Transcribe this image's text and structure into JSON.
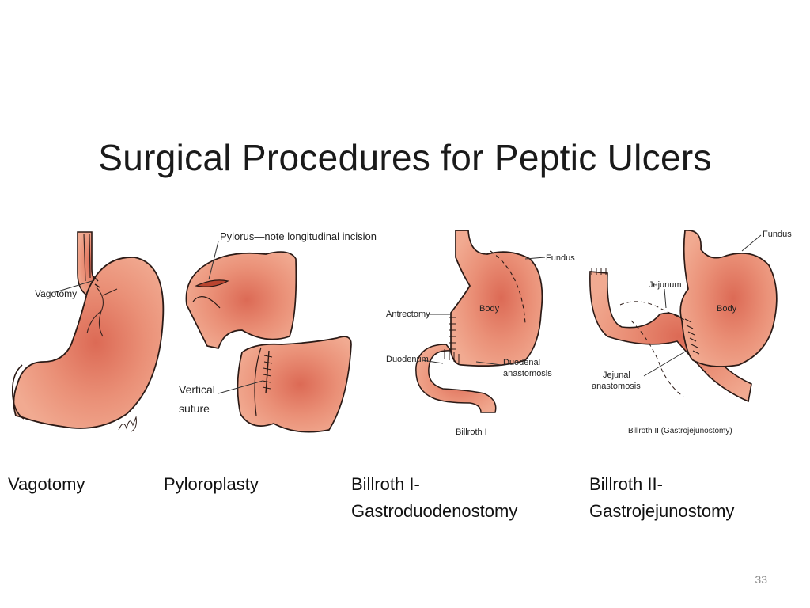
{
  "slide": {
    "title": "Surgical Procedures for Peptic Ulcers",
    "page_number": "33"
  },
  "figures": {
    "vagotomy": {
      "labels": {
        "vagotomy": "Vagotomy"
      },
      "caption": "Vagotomy"
    },
    "pyloroplasty": {
      "labels": {
        "pylorus_note": "Pylorus—note longitudinal incision",
        "vertical": "Vertical",
        "suture": "suture"
      },
      "caption": "Pyloroplasty"
    },
    "billroth1": {
      "labels": {
        "fundus": "Fundus",
        "body": "Body",
        "antrectomy": "Antrectomy",
        "duodenum": "Duodenum",
        "duodenal": "Duodenal",
        "anastomosis": "anastomosis",
        "figure_name": "Billroth I"
      },
      "caption_line1": "Billroth I-",
      "caption_line2": "Gastroduodenostomy"
    },
    "billroth2": {
      "labels": {
        "fundus": "Fundus",
        "jejunum": "Jejunum",
        "body": "Body",
        "jejunal": "Jejunal",
        "anastomosis": "anastomosis",
        "figure_name": "Billroth II (Gastrojejunostomy)"
      },
      "caption_line1": "Billroth II-",
      "caption_line2": "Gastrojejunostomy"
    }
  },
  "colors": {
    "tissue_light": "#eea48b",
    "tissue_dark": "#d6604c",
    "outline": "#2b1a16",
    "label_text": "#222222"
  }
}
